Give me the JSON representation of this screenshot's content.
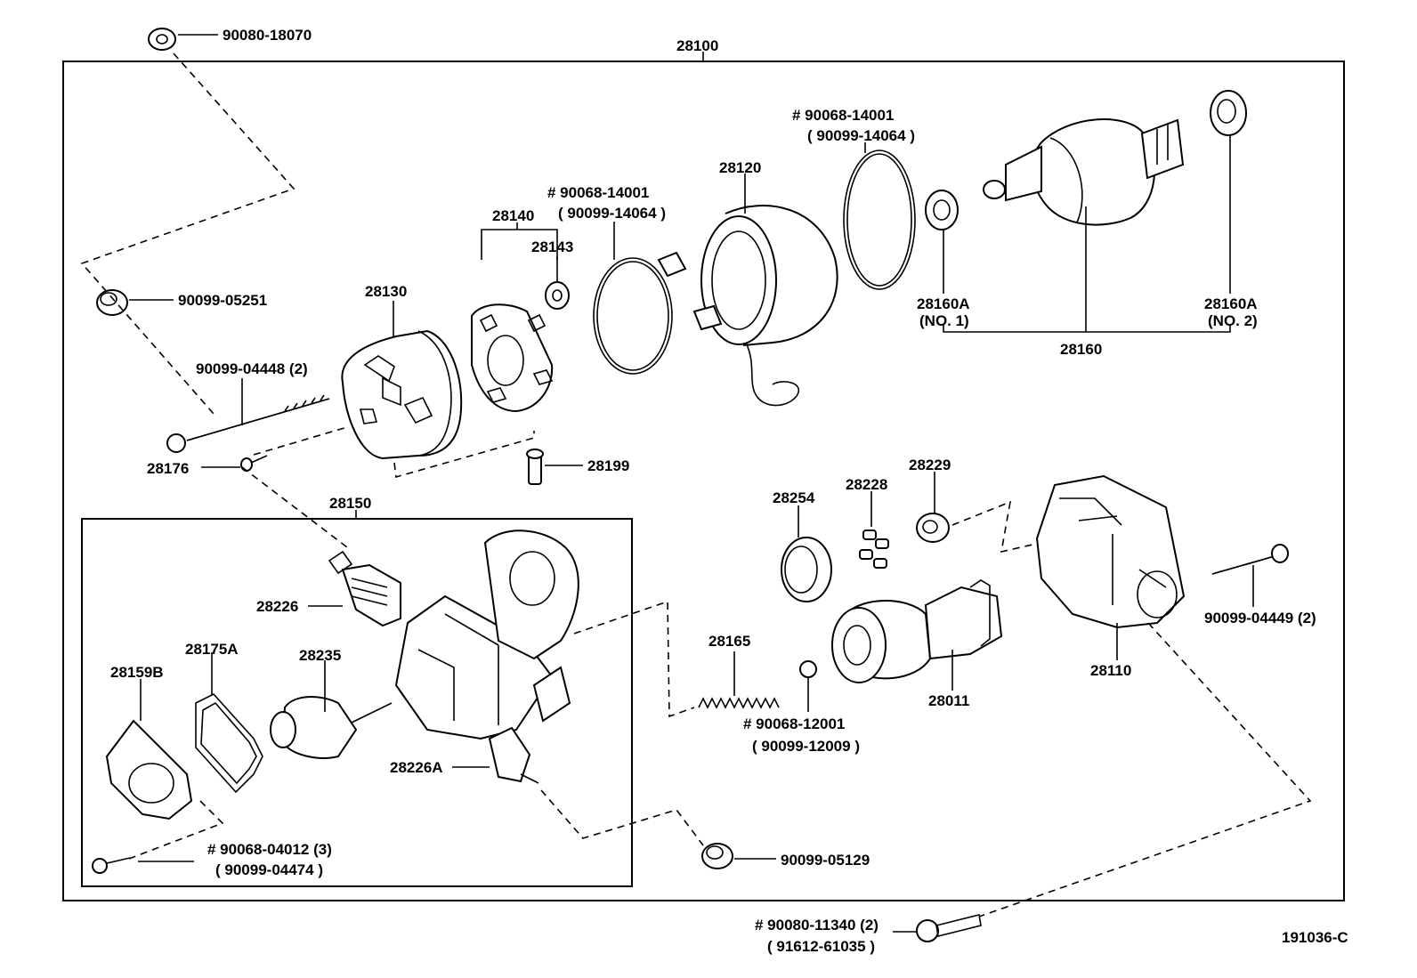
{
  "diagram_code": "191036-C",
  "assembly": "28100",
  "sub_assembly": "28150",
  "labels": {
    "p90080_18070": "90080-18070",
    "p90099_05251": "90099-05251",
    "p90099_04448": "90099-04448 (2)",
    "p28176": "28176",
    "p28130": "28130",
    "p28140": "28140",
    "p28143": "28143",
    "p90068_14001a": "# 90068-14001",
    "p90099_14064a": "( 90099-14064 )",
    "p28120": "28120",
    "p90068_14001b": "# 90068-14001",
    "p90099_14064b": "( 90099-14064 )",
    "p28160a1": "28160A",
    "p28160a1_note": "(NO. 1)",
    "p28160a2": "28160A",
    "p28160a2_note": "(NO. 2)",
    "p28160": "28160",
    "p28199": "28199",
    "p28254": "28254",
    "p28228": "28228",
    "p28229": "28229",
    "p28226": "28226",
    "p28175a": "28175A",
    "p28235": "28235",
    "p28159b": "28159B",
    "p28226a": "28226A",
    "p28165": "28165",
    "p90068_12001": "# 90068-12001",
    "p90099_12009": "( 90099-12009 )",
    "p28011": "28011",
    "p28110": "28110",
    "p90099_04449": "90099-04449 (2)",
    "p90068_04012": "# 90068-04012 (3)",
    "p90099_04474": "( 90099-04474 )",
    "p90099_05129": "90099-05129",
    "p90080_11340": "# 90080-11340 (2)",
    "p91612_61035": "( 91612-61035 )"
  }
}
